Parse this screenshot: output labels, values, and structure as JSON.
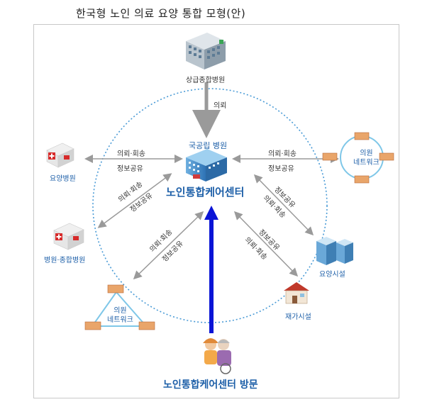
{
  "title": "한국형 노인 의료 요양 통합 모형(안)",
  "nodes": {
    "top_hospital": "상급종합병원",
    "center_hospital": "국공립 병원",
    "center_name": "노인통합케어센터",
    "nursing_hospital": "요양병원",
    "general_hospital": "병원·종합병원",
    "clinic_network_right": "의원\n네트워크",
    "clinic_network_left": "의원\n네트워크",
    "care_facility": "요양시설",
    "home_facility": "재가시설",
    "visit": "노인통합케어센터 방문"
  },
  "links": {
    "top": "의뢰",
    "left_top": "의뢰·회송",
    "left_bottom": "정보공유",
    "right_top": "의뢰·회송",
    "right_bottom": "정보공유",
    "diag_ul_a": "의뢰·회송",
    "diag_ul_b": "정보공유",
    "diag_ll_a": "의뢰·회송",
    "diag_ll_b": "정보공유",
    "diag_ur_a": "정보공유",
    "diag_ur_b": "의뢰·회송",
    "diag_lr_a": "정보공유",
    "diag_lr_b": "의뢰·회송"
  },
  "colors": {
    "circle": "#4a9bd6",
    "arrow": "#9a9a9a",
    "visit_arrow": "#0a14d6",
    "label_blue": "#1d5fa8"
  }
}
